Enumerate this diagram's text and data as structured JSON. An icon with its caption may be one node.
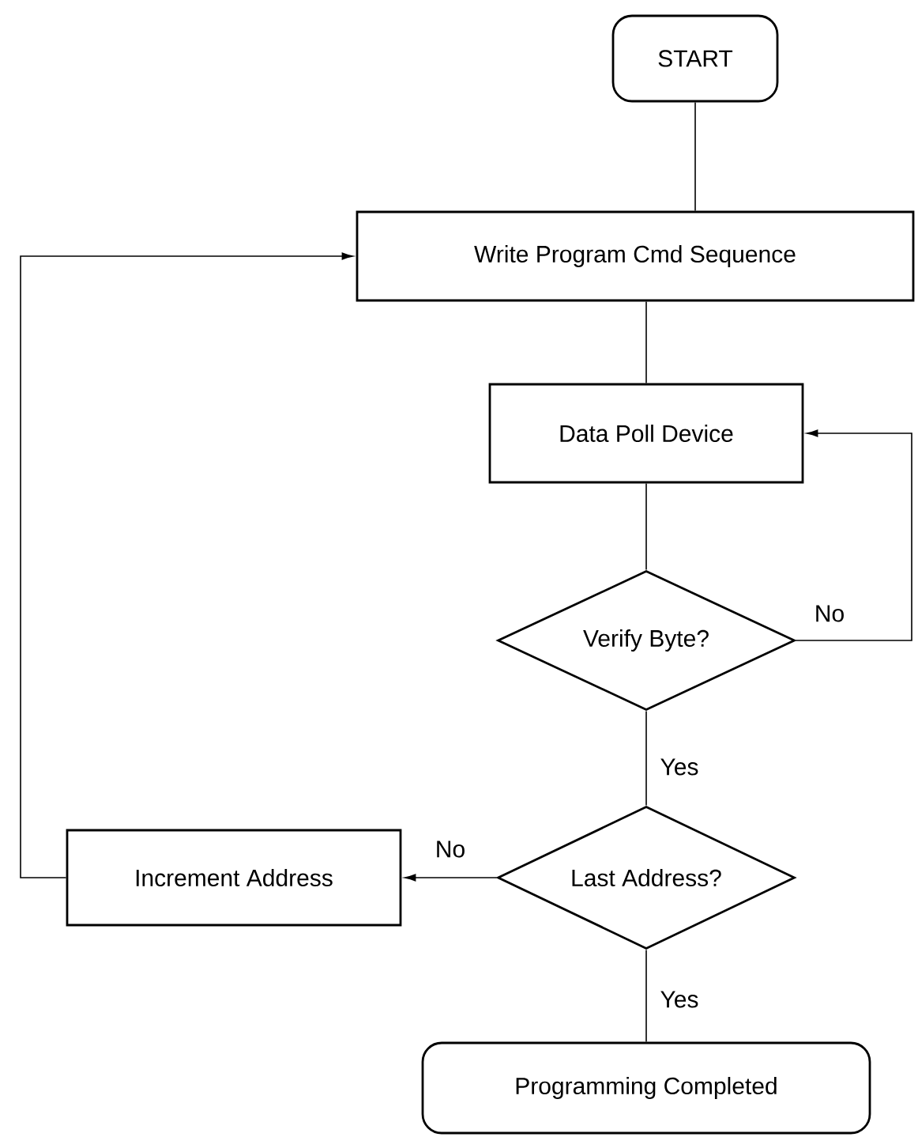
{
  "diagram": {
    "nodes": [
      {
        "text": [
          "START"
        ]
      },
      {
        "text": [
          "Write Program Cmd Sequence"
        ]
      },
      {
        "text": [
          "Data Poll Device"
        ]
      },
      {
        "text": [
          "Verify Byte?"
        ]
      },
      {
        "text": [
          "Last Address?"
        ]
      },
      {
        "text": [
          "Increment Address"
        ]
      },
      {
        "text": [
          "Programming Completed"
        ]
      }
    ],
    "edges": [
      {
        "from": 0,
        "to": 1,
        "arrow": "none"
      },
      {
        "from": 1,
        "to": 2,
        "arrow": "none"
      },
      {
        "from": 2,
        "to": 3,
        "arrow": "none"
      },
      {
        "from": 3,
        "to": 2,
        "arrow": "to",
        "label": "No"
      },
      {
        "from": 3,
        "to": 4,
        "arrow": "none",
        "label": "Yes"
      },
      {
        "from": 4,
        "to": 5,
        "arrow": "to",
        "label": "No"
      },
      {
        "from": 5,
        "to": 1,
        "arrow": "to"
      },
      {
        "from": 4,
        "to": 6,
        "arrow": "none",
        "label": "Yes"
      }
    ]
  }
}
